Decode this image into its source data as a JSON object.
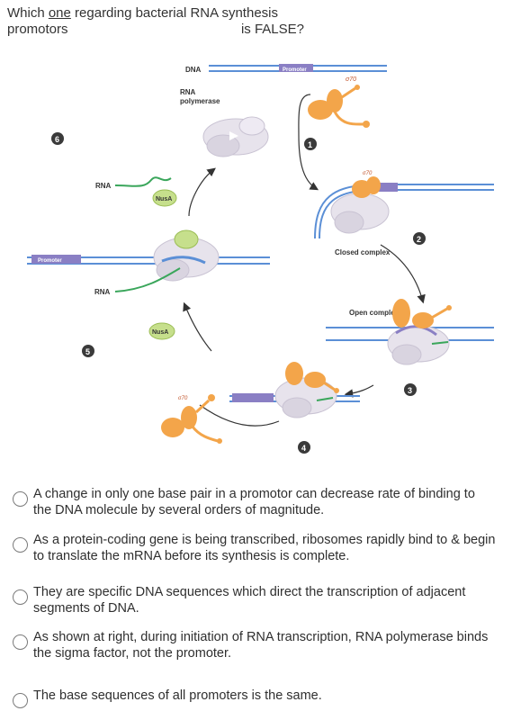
{
  "question": {
    "line1_before": "Which ",
    "line1_emph": "one",
    "line1_after": " regarding bacterial RNA synthesis",
    "line2_left": "promotors",
    "line2_right": "is FALSE?"
  },
  "figure": {
    "dna_label": "DNA",
    "promoter_label_top": "Promoter",
    "promoter_label_left": "Promoter",
    "rna_polymerase_label_line1": "RNA",
    "rna_polymerase_label_line2": "polymerase",
    "sigma_label": "σ70",
    "rna_label_upper": "RNA",
    "rna_label_lower": "RNA",
    "nusa_label_upper": "NusA",
    "nusa_label_lower": "NusA",
    "closed_complex_label": "Closed complex",
    "open_complex_label": "Open complex",
    "step_numbers": [
      "1",
      "2",
      "3",
      "4",
      "5",
      "6"
    ],
    "colors": {
      "dna_blue": "#5b8fd6",
      "polymerase": "#e7e3ec",
      "sigma_orange": "#f3a54a",
      "rna_green": "#3aa65b",
      "nusa_green": "#c6df8c",
      "promoter_purple": "#8a7fc4",
      "step_circle": "#3a3a3a"
    }
  },
  "options": [
    {
      "text": "A change in only one base pair in a promotor can decrease rate of binding to the DNA molecule by several orders of magnitude."
    },
    {
      "text": "As a protein-coding gene is being transcribed, ribosomes rapidly bind to & begin to translate the mRNA before its synthesis is complete."
    },
    {
      "text": "They are specific DNA sequences which direct the transcription of adjacent segments of DNA."
    },
    {
      "text": "As shown at right, during initiation of RNA transcription, RNA polymerase binds the sigma factor, not the promoter."
    },
    {
      "text": "The base sequences of all promoters is the same."
    }
  ]
}
